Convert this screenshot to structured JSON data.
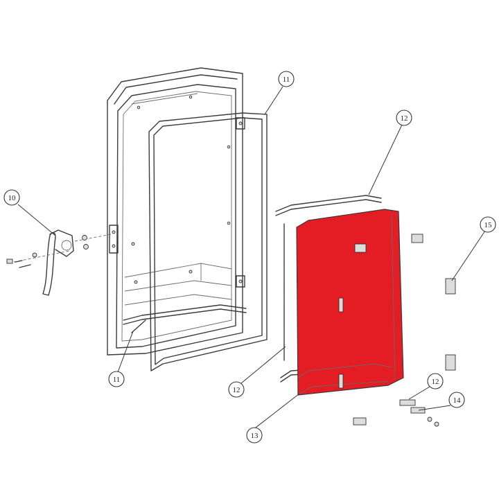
{
  "diagram": {
    "callouts": [
      {
        "id": "callout-10",
        "label": "10"
      },
      {
        "id": "callout-11-top",
        "label": "11"
      },
      {
        "id": "callout-11-bottom",
        "label": "11"
      },
      {
        "id": "callout-12-top",
        "label": "12"
      },
      {
        "id": "callout-12-mid",
        "label": "12"
      },
      {
        "id": "callout-12-right",
        "label": "12"
      },
      {
        "id": "callout-13",
        "label": "13"
      },
      {
        "id": "callout-14",
        "label": "14"
      },
      {
        "id": "callout-15",
        "label": "15"
      }
    ],
    "colors": {
      "highlight": "#e41c24",
      "line": "#3a3a3a",
      "background": "#ffffff"
    }
  }
}
